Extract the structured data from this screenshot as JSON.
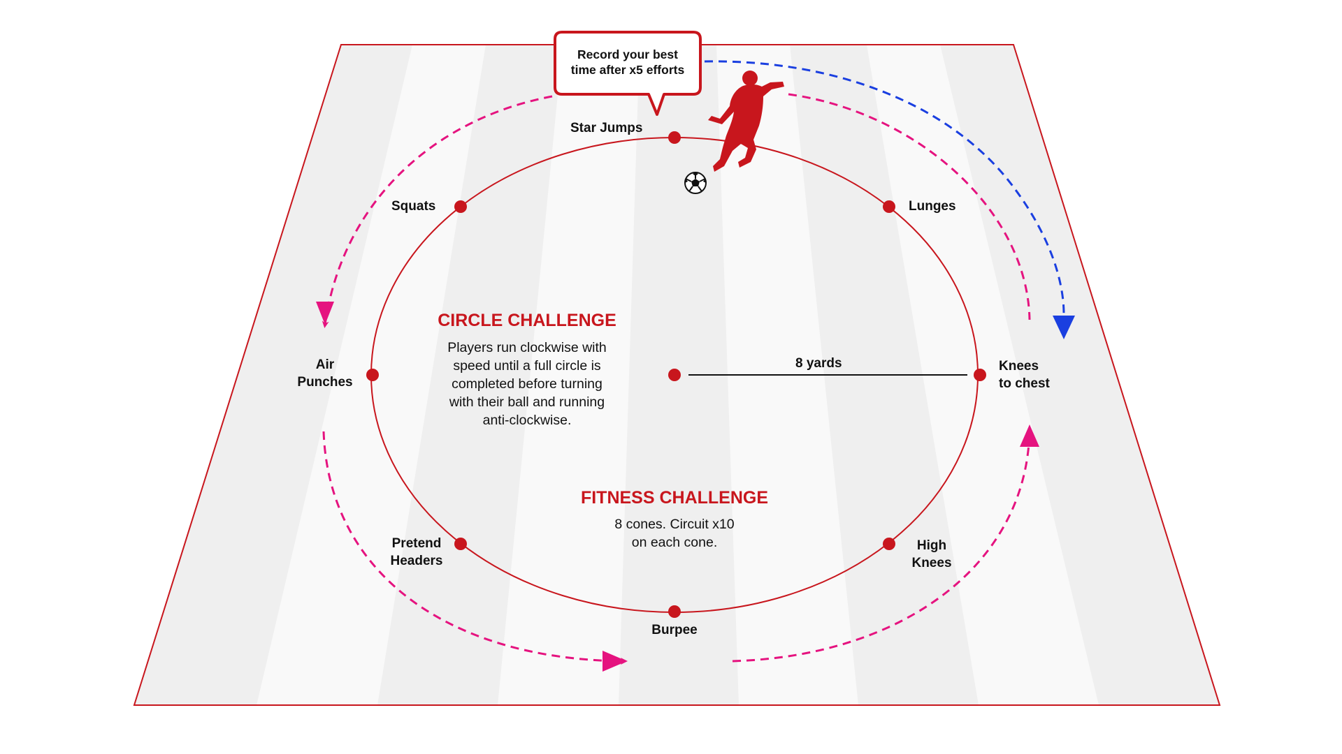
{
  "bubble": {
    "text": "Record your best\ntime after x5 efforts"
  },
  "circle_challenge": {
    "title": "CIRCLE CHALLENGE",
    "text": "Players run clockwise with\nspeed until a full circle is\ncompleted before turning\nwith their ball and running\nanti-clockwise."
  },
  "fitness_challenge": {
    "title": "FITNESS CHALLENGE",
    "text": "8 cones. Circuit x10\non each cone."
  },
  "radius_label": "8 yards",
  "cones": {
    "top": "Star Jumps",
    "top_right": "Lunges",
    "right": "Knees\nto chest",
    "bottom_right": "High\nKnees",
    "bottom": "Burpee",
    "bottom_left": "Pretend\nHeaders",
    "left": "Air\nPunches",
    "top_left": "Squats"
  },
  "colors": {
    "accent_red": "#c8161d",
    "pink_arrow": "#e5137f",
    "blue_arrow": "#1a3fe0",
    "pitch_stripe_dark": "#eeeeee",
    "pitch_stripe_light": "#f9f9f9"
  },
  "icons": {
    "player": "player-silhouette-icon",
    "ball": "football-icon"
  }
}
